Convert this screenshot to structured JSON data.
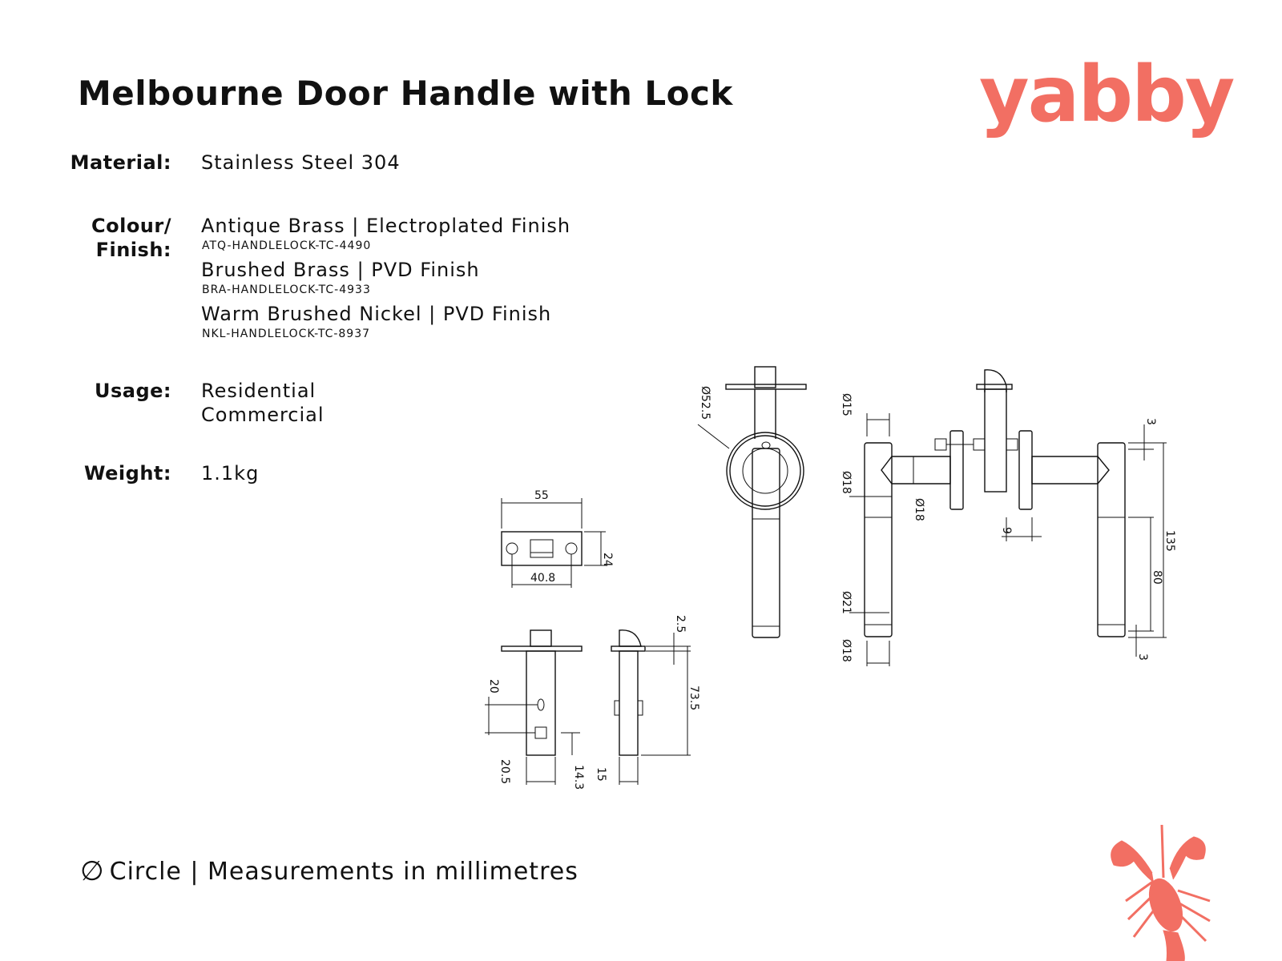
{
  "title": "Melbourne Door Handle with Lock",
  "brand": "yabby",
  "brand_color": "#f26f63",
  "specs": {
    "material_label": "Material:",
    "material_value": "Stainless Steel 304",
    "colour_label_1": "Colour/",
    "colour_label_2": "Finish:",
    "finishes": [
      {
        "name": "Antique Brass | Electroplated Finish",
        "code": "ATQ-HANDLELOCK-TC-4490"
      },
      {
        "name": "Brushed Brass | PVD Finish",
        "code": "BRA-HANDLELOCK-TC-4933"
      },
      {
        "name": "Warm Brushed Nickel | PVD Finish",
        "code": "NKL-HANDLELOCK-TC-8937"
      }
    ],
    "usage_label": "Usage:",
    "usage_values": [
      "Residential",
      "Commercial"
    ],
    "weight_label": "Weight:",
    "weight_value": "1.1kg"
  },
  "footer": {
    "symbol": "∅",
    "text": "Circle | Measurements in millimetres"
  },
  "dimensions": {
    "plate_width": "55",
    "plate_height": "24",
    "plate_hole_spacing": "40.8",
    "front_dia_rose": "Ø52.5",
    "dia_15": "Ø15",
    "dia_18_top": "Ø18",
    "dia_18_spindle": "Ø18",
    "dia_21": "Ø21",
    "dia_18_bottom": "Ø18",
    "gap_9": "9",
    "top_3": "3",
    "height_135": "135",
    "grip_80": "80",
    "bottom_3": "3",
    "latch_20": "20",
    "latch_20_5": "20.5",
    "latch_14_3": "14.3",
    "latch_2_5": "2.5",
    "latch_73_5": "73.5",
    "latch_15": "15"
  },
  "icons": [
    "lobster-icon",
    "diameter-icon"
  ]
}
